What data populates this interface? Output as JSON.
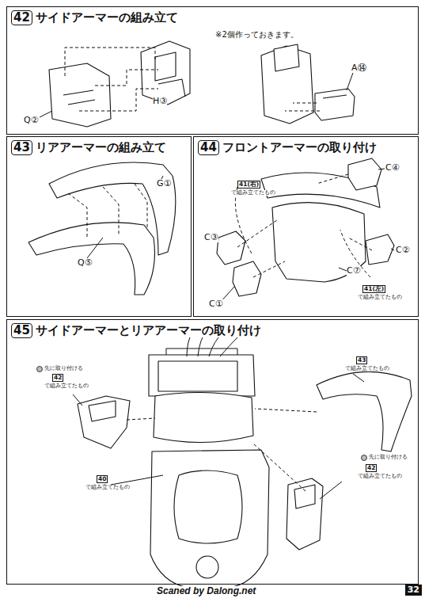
{
  "diagram": {
    "nodes": [
      {
        "text": [
          "42",
          "サイドアーマーの組み立て"
        ]
      },
      {
        "text": [
          "43",
          "リアアーマーの組み立て"
        ]
      },
      {
        "text": [
          "44",
          "フロントアーマーの取り付け"
        ]
      },
      {
        "text": [
          "45",
          "サイドアーマーとリアアーマーの取り付け"
        ]
      }
    ],
    "labels": [
      "※2個作っておきます。",
      "H③",
      "Q②",
      "A⑭",
      "G①",
      "Q⑤",
      "41(右)",
      "で組み立てたもの",
      "C④",
      "C③",
      "C②",
      "C⑦",
      "C①",
      "41(左)",
      "で組み立てたもの",
      "43",
      "で組み立てたもの",
      "先に取り付ける",
      "42",
      "で組み立てたもの",
      "40",
      "で組み立てたもの",
      "先に取り付ける",
      "42",
      "で組み立てたもの",
      "Scaned by Dalong.net",
      "32"
    ]
  }
}
